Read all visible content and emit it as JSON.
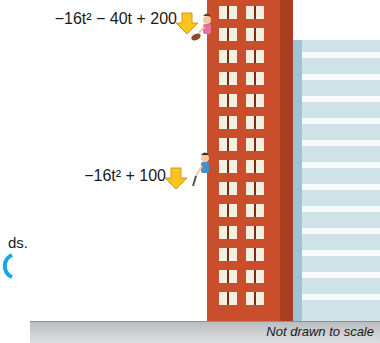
{
  "diagram": {
    "labels": [
      "−16t² − 40t + 200",
      "−16t² + 100",
      "ds.",
      "Not drawn to scale"
    ]
  }
}
